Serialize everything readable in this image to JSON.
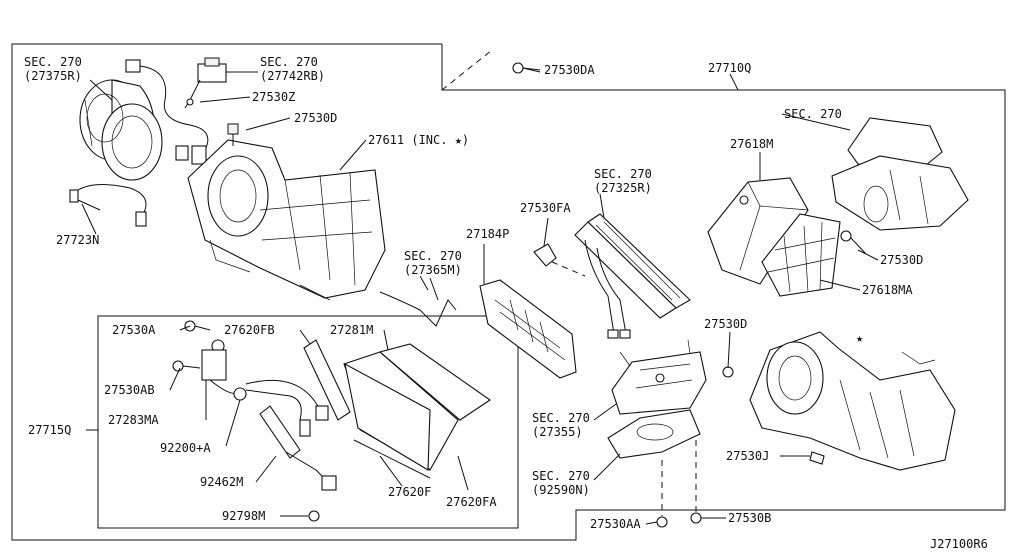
{
  "diagram_id": "J27100R6",
  "callouts": {
    "sec270_27375r_a": "SEC. 270",
    "sec270_27375r_b": "(27375R)",
    "sec270_27742rb_a": "SEC. 270",
    "sec270_27742rb_b": "(27742RB)",
    "p27530da": "27530DA",
    "p27710q": "27710Q",
    "p27530z": "27530Z",
    "p27530d_top": "27530D",
    "p27611": "27611 (INC. ★)",
    "p27723n": "27723N",
    "sec270_top_right": "SEC. 270",
    "p27618m": "27618M",
    "sec270_27325r_a": "SEC. 270",
    "sec270_27325r_b": "(27325R)",
    "p27530fa": "27530FA",
    "p27184p": "27184P",
    "sec270_27365m_a": "SEC. 270",
    "sec270_27365m_b": "(27365M)",
    "p27530d_right": "27530D",
    "p27618ma": "27618MA",
    "p27530a": "27530A",
    "p27620fb": "27620FB",
    "p27281m": "27281M",
    "p27530d_mid": "27530D",
    "star_mark": "★",
    "p27530ab": "27530AB",
    "p27283ma": "27283MA",
    "sec270_27355_a": "SEC. 270",
    "sec270_27355_b": "(27355)",
    "p27715q": "27715Q",
    "p92200a": "92200+A",
    "p27530j": "27530J",
    "sec270_92590n_a": "SEC. 270",
    "sec270_92590n_b": "(92590N)",
    "p92462m": "92462M",
    "p27620f": "27620F",
    "p27620fa": "27620FA",
    "p92798m": "92798M",
    "p27530aa": "27530AA",
    "p27530b": "27530B"
  }
}
